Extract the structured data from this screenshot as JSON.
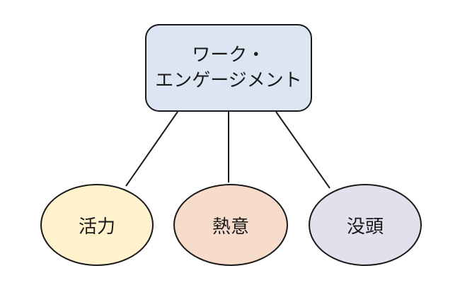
{
  "root": {
    "line1": "ワーク・",
    "line2": "エンゲージメント"
  },
  "children": [
    {
      "label": "活力"
    },
    {
      "label": "熱意"
    },
    {
      "label": "没頭"
    }
  ],
  "colors": {
    "root_fill": "#dce6f2",
    "vigor_fill": "#fff2cc",
    "dedication_fill": "#f8dccb",
    "absorption_fill": "#e4dfec",
    "stroke": "#1a1a1a"
  }
}
